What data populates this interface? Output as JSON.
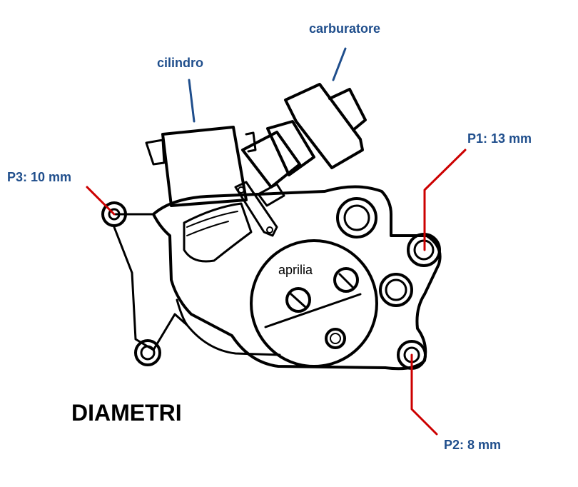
{
  "labels": {
    "carburatore": "carburatore",
    "cilindro": "cilindro",
    "p1": "P1: 13 mm",
    "p3": "P3: 10 mm",
    "p2": "P2: 8 mm",
    "brand": "aprilia",
    "title": "DIAMETRI"
  },
  "colors": {
    "label_text": "#1f4e8c",
    "leader_blue": "#1f4e8c",
    "leader_red": "#cc0000",
    "outline": "#000000"
  }
}
